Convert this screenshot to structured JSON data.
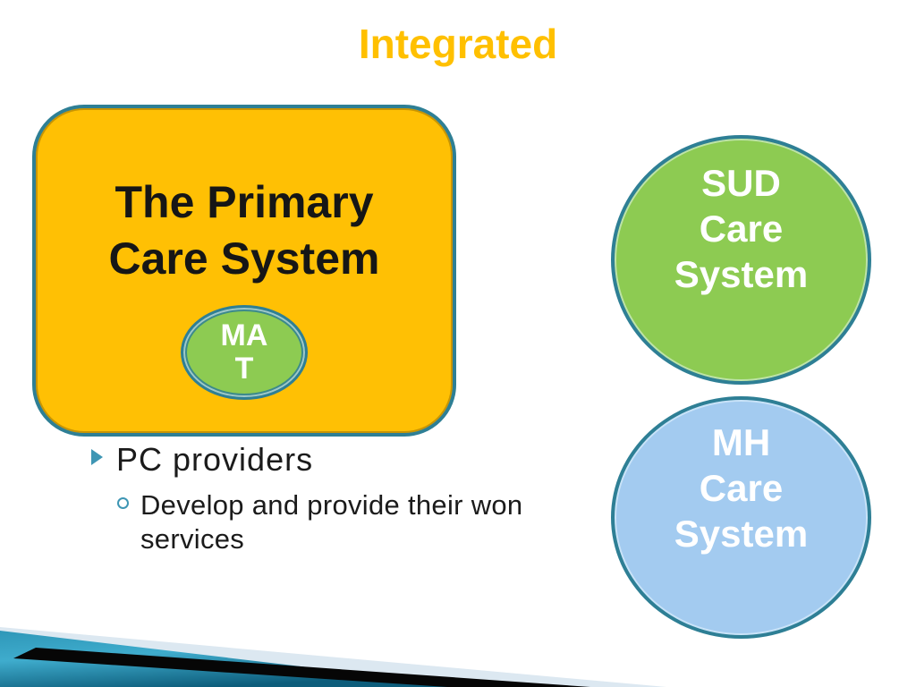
{
  "slide": {
    "title": "Integrated",
    "primary_box": {
      "label": "The Primary\nCare System",
      "mat": {
        "label": "MA\nT"
      }
    },
    "circles": {
      "sud": {
        "label": "SUD\nCare\nSystem"
      },
      "mh": {
        "label": "MH\nCare\nSystem"
      }
    },
    "bullets": {
      "item": "PC providers",
      "sub_item": "Develop and provide their won services"
    },
    "icons": {
      "bullet": "triangle-right-icon",
      "sub_bullet": "circle-outline-icon"
    },
    "colors": {
      "title_gold": "#FFC000",
      "primary_fill": "#FFC004",
      "shape_border_teal": "#2E7F95",
      "green_fill": "#8DCB52",
      "blue_fill": "#A3CBF0",
      "bullet_teal": "#3E96B4",
      "shape_text_white": "#FFFFFF",
      "body_text": "#1B1B1B",
      "swoosh_teal_light": "#3FACCD",
      "swoosh_teal_dark": "#0D5D7B",
      "swoosh_black": "#060606",
      "swoosh_pale": "#DCE8F1"
    }
  }
}
